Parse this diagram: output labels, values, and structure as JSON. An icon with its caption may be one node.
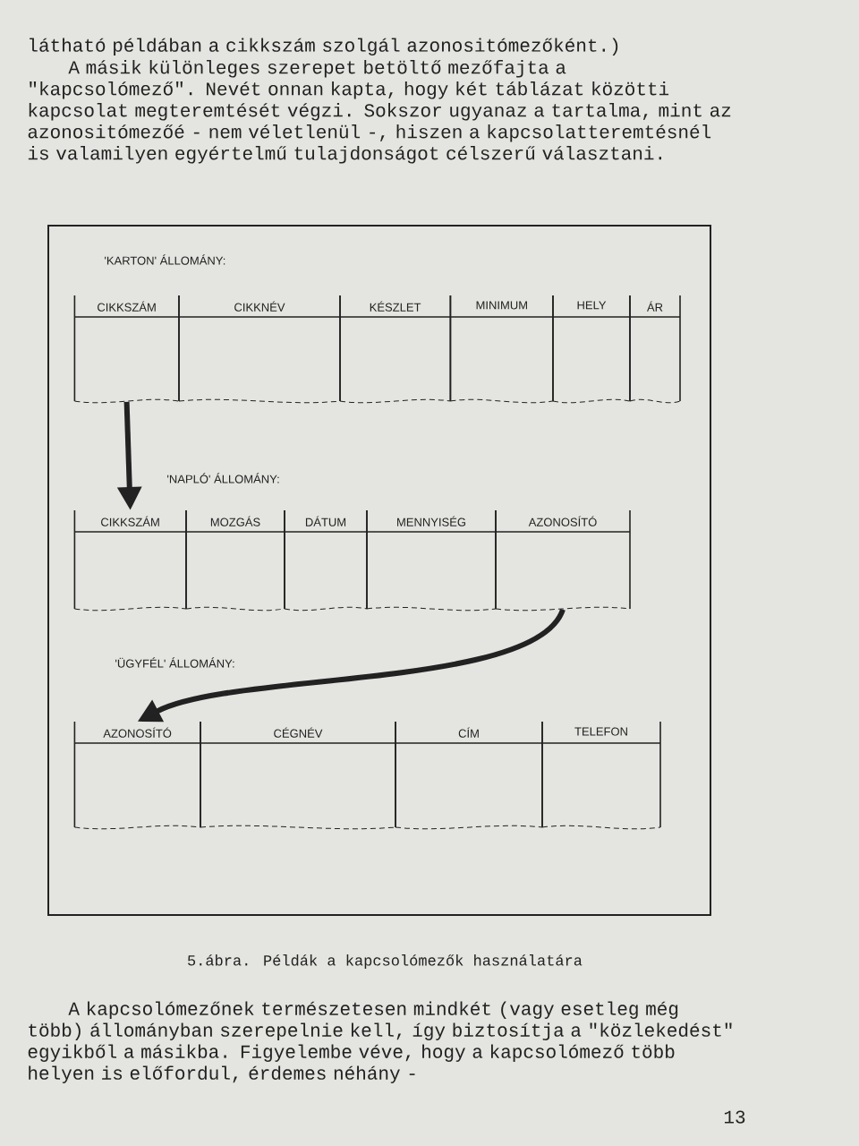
{
  "diagram": {
    "caption": "5.ábra. Példák a kapcsolómezők használatára",
    "nodes": [
      {
        "text": [
          "'KARTON' ÁLLOMÁNY:"
        ]
      },
      {
        "text": [
          "CIKKSZÁM"
        ]
      },
      {
        "text": [
          "CIKKNÉV"
        ]
      },
      {
        "text": [
          "KÉSZLET"
        ]
      },
      {
        "text": [
          "MINIMUM"
        ]
      },
      {
        "text": [
          "HELY"
        ]
      },
      {
        "text": [
          "ÁR"
        ]
      },
      {
        "text": [
          "'NAPLÓ' ÁLLOMÁNY:"
        ]
      },
      {
        "text": [
          "CIKKSZÁM"
        ]
      },
      {
        "text": [
          "MOZGÁS"
        ]
      },
      {
        "text": [
          "DÁTUM"
        ]
      },
      {
        "text": [
          "MENNYISÉG"
        ]
      },
      {
        "text": [
          "AZONOSÍTÓ"
        ]
      },
      {
        "text": [
          "'ÜGYFÉL' ÁLLOMÁNY:"
        ]
      },
      {
        "text": [
          "AZONOSÍTÓ"
        ]
      },
      {
        "text": [
          "CÉGNÉV"
        ]
      },
      {
        "text": [
          "CÍM"
        ]
      },
      {
        "text": [
          "TELEFON"
        ]
      }
    ],
    "edges": [
      {
        "from": 1,
        "to": 8,
        "arrow": "to"
      },
      {
        "from": 12,
        "to": 14,
        "arrow": "to"
      }
    ],
    "labels": [
      "látható példában a cikkszám szolgál azonositómezőként.)",
      "A másik különleges szerepet betöltő mezőfajta a \"kapcsolómező\". Nevét onnan kapta, hogy két táblázat közötti kapcsolat megteremtését végzi. Sokszor ugyanaz a tartalma, mint az azonositómezőé - nem véletlenül -, hiszen a kapcsolatteremtésnél is valamilyen egyértelmű tulajdonságot célszerű választani.",
      "A kapcsolómezőnek természetesen mindkét (vagy esetleg még több) állományban szerepelnie kell, így biztosítja a \"közlekedést\" egyikből a másikba. Figyelembe véve, hogy a kapcsolómező több helyen is előfordul, érdemes néhány -",
      "13"
    ]
  }
}
